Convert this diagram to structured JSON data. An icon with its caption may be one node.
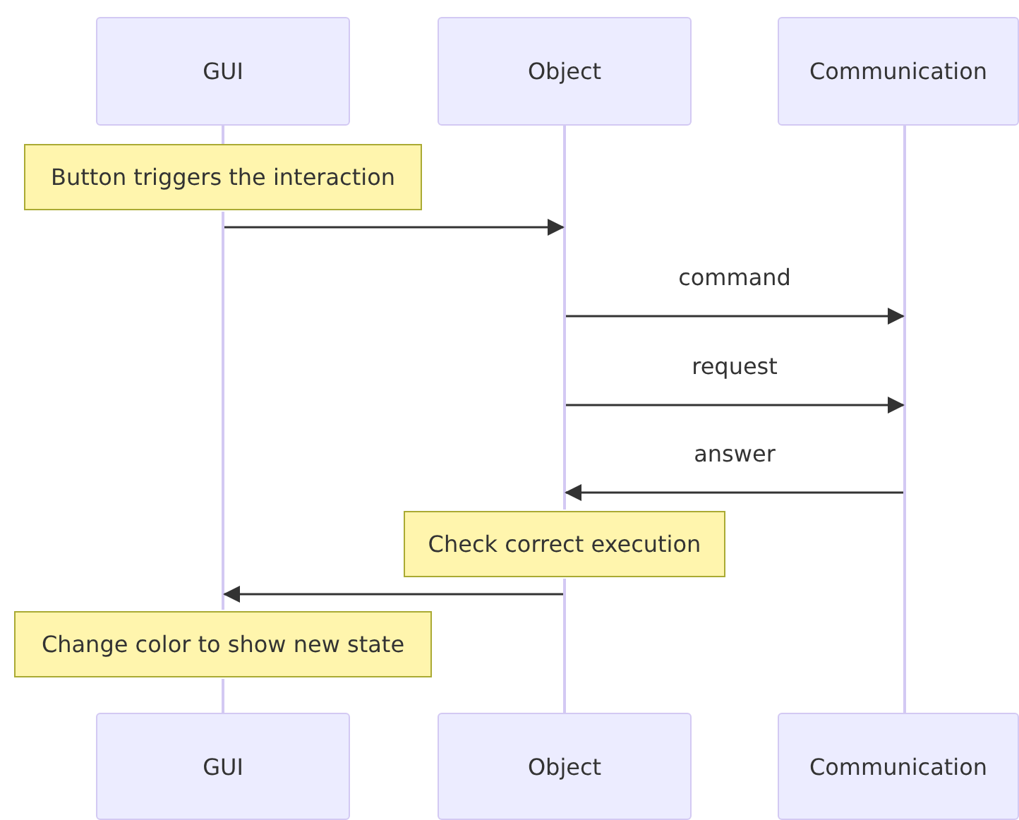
{
  "diagram": {
    "nodes": [
      {
        "text": [
          "GUI"
        ]
      },
      {
        "text": [
          "Object"
        ]
      },
      {
        "text": [
          "Communication"
        ]
      },
      {
        "text": [
          "Button triggers the interaction"
        ]
      },
      {
        "text": [
          "Check correct execution"
        ]
      },
      {
        "text": [
          "Change color to show new state"
        ]
      },
      {
        "text": [
          "GUI"
        ]
      },
      {
        "text": [
          "Object"
        ]
      },
      {
        "text": [
          "Communication"
        ]
      },
      {
        "text": [],
        "shape": "line"
      },
      {
        "text": [],
        "shape": "line"
      },
      {
        "text": [],
        "shape": "line"
      },
      {
        "text": [],
        "shape": "line"
      },
      {
        "text": [],
        "shape": "line"
      },
      {
        "text": [],
        "shape": "line"
      }
    ],
    "edges": [
      {
        "from": 10,
        "to": 12,
        "arrow": "to"
      },
      {
        "from": 12,
        "to": 14,
        "arrow": "to",
        "label": "command"
      },
      {
        "from": 12,
        "to": 14,
        "arrow": "to",
        "label": "request"
      },
      {
        "from": 14,
        "to": 12,
        "arrow": "to",
        "label": "answer"
      },
      {
        "from": 13,
        "to": 10,
        "arrow": "to"
      }
    ]
  }
}
